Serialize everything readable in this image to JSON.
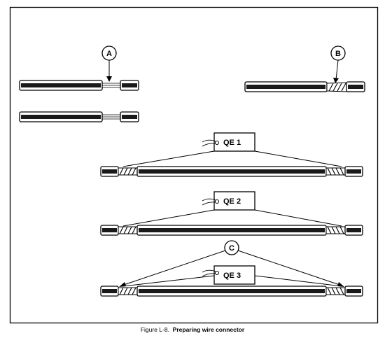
{
  "figure": {
    "caption_number": "Figure L-8.",
    "caption_title": "Preparing wire connector"
  },
  "callouts": {
    "a": "A",
    "b": "B",
    "c": "C"
  },
  "tags": {
    "qe1": "QE 1",
    "qe2": "QE 2",
    "qe3": "QE 3"
  },
  "colors": {
    "ink": "#000000",
    "paper": "#ffffff",
    "cable_fill": "#1a1a1a"
  }
}
